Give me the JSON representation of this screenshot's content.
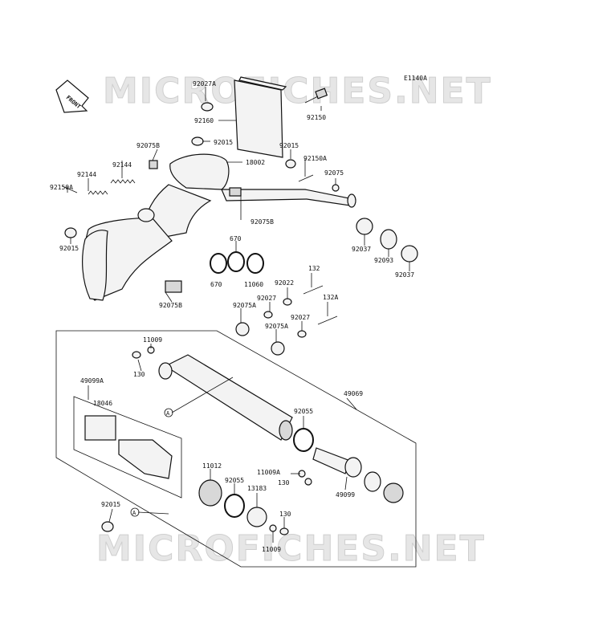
{
  "watermark": {
    "text": "MICROFICHES.NET"
  },
  "header": {
    "code": "E1140A",
    "front_label": "FRONT"
  },
  "callout": {
    "ref": "A"
  },
  "labels": {
    "p92027A": "92027A",
    "p92160": "92160",
    "p92150": "92150",
    "p92075B_top": "92075B",
    "p92015_a": "92015",
    "p18002": "18002",
    "p92015_b": "92015",
    "p92150A_r": "92150A",
    "p92075": "92075",
    "p92144_a": "92144",
    "p92144_b": "92144",
    "p92150A_l": "92150A",
    "p92075B_mid": "92075B",
    "p92015_l": "92015",
    "p670_a": "670",
    "p670_b": "670",
    "p11060": "11060",
    "p92037_a": "92037",
    "p92093": "92093",
    "p92037_b": "92037",
    "p132": "132",
    "p92022": "92022",
    "p92075B_low": "92075B",
    "p132A": "132A",
    "p92027_a": "92027",
    "p92075A_a": "92075A",
    "p92027_b": "92027",
    "p92075A_b": "92075A",
    "p11009_a": "11009",
    "p130_a": "130",
    "p49099A": "49099A",
    "p18046": "18046",
    "p49069": "49069",
    "p92055_a": "92055",
    "p11009A": "11009A",
    "p130_b": "130",
    "p49099": "49099",
    "p11012": "11012",
    "p92055_b": "92055",
    "p13183": "13183",
    "p130_c": "130",
    "p92015_c": "92015",
    "p11009_b": "11009"
  }
}
